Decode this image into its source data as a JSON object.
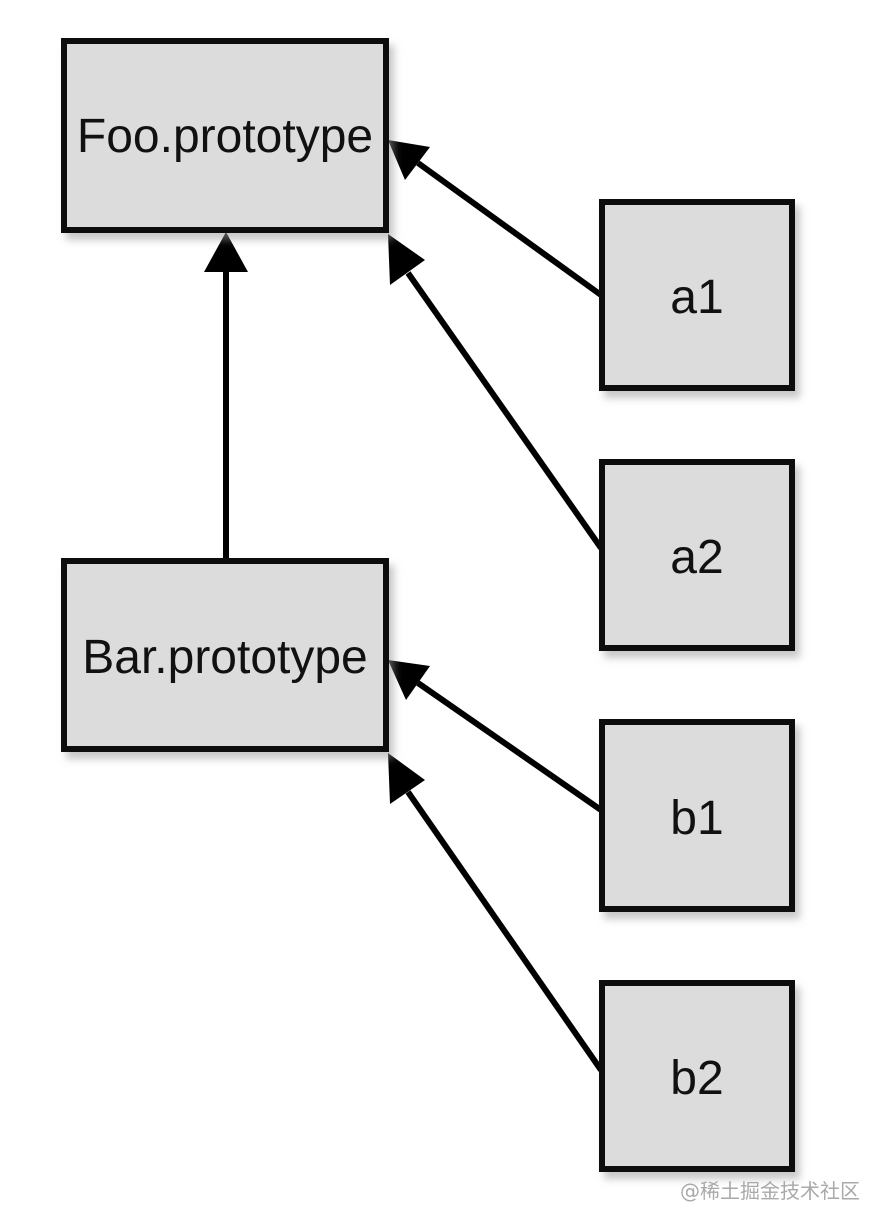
{
  "diagram": {
    "colors": {
      "box_fill": "#dcdcdc",
      "box_stroke": "#111111",
      "arrow": "#000000",
      "shadow": "#bdbdbd"
    },
    "nodes": [
      {
        "id": "foo",
        "label": "Foo.prototype"
      },
      {
        "id": "bar",
        "label": "Bar.prototype"
      },
      {
        "id": "a1",
        "label": "a1"
      },
      {
        "id": "a2",
        "label": "a2"
      },
      {
        "id": "b1",
        "label": "b1"
      },
      {
        "id": "b2",
        "label": "b2"
      }
    ],
    "edges": [
      {
        "from": "bar",
        "to": "foo"
      },
      {
        "from": "a1",
        "to": "foo"
      },
      {
        "from": "a2",
        "to": "foo"
      },
      {
        "from": "b1",
        "to": "bar"
      },
      {
        "from": "b2",
        "to": "bar"
      }
    ]
  },
  "watermark": {
    "text": "@稀土掘金技术社区"
  }
}
